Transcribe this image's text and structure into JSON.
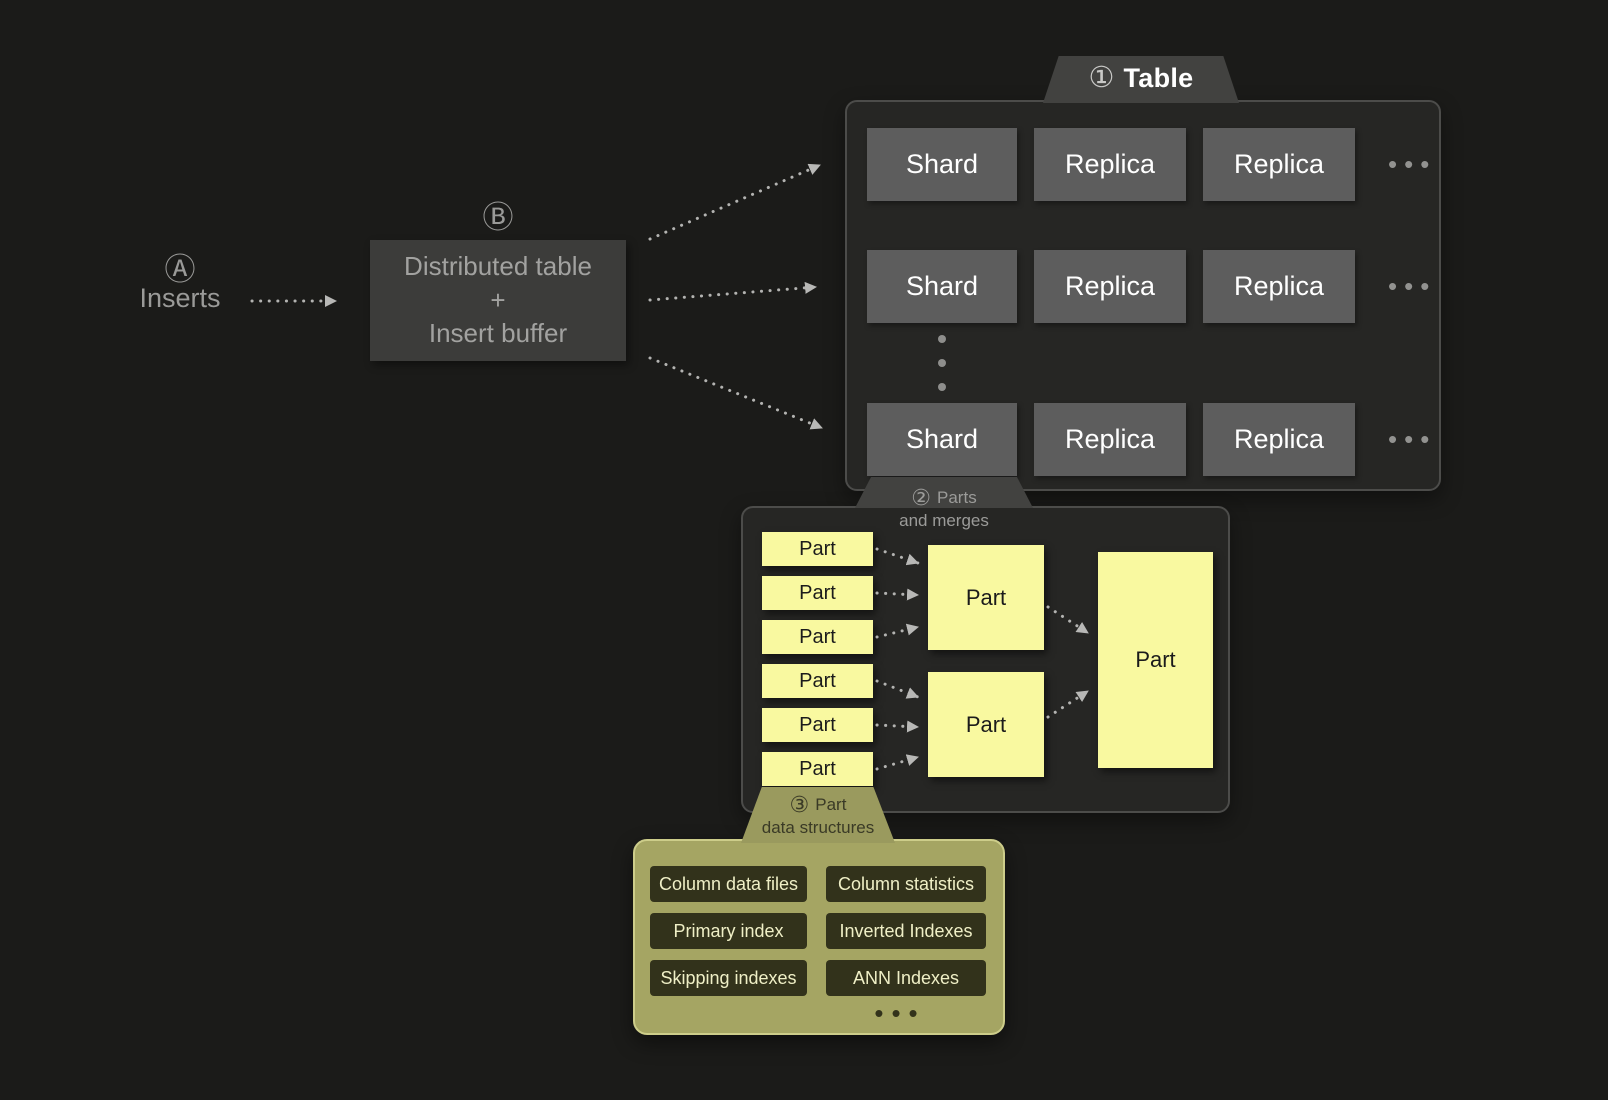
{
  "colors": {
    "background": "#1b1b19",
    "panel_fill": "#262624",
    "panel_border": "#4c4c4a",
    "cell_fill": "#5d5d5d",
    "accent_yellow": "#f9f9a0",
    "olive_panel": "#a5a563",
    "olive_box": "#32321b",
    "arrow": "#b3b3b1"
  },
  "inserts": {
    "badge": "Ⓐ",
    "label": "Inserts"
  },
  "distributed": {
    "badge": "Ⓑ",
    "lines": [
      "Distributed table",
      "+",
      "Insert buffer"
    ]
  },
  "table_panel": {
    "badge": "①",
    "title": "Table",
    "ellipsis": "•••",
    "rows": [
      {
        "cells": [
          "Shard",
          "Replica",
          "Replica"
        ]
      },
      {
        "cells": [
          "Shard",
          "Replica",
          "Replica"
        ]
      },
      {
        "cells": [
          "Shard",
          "Replica",
          "Replica"
        ]
      }
    ]
  },
  "parts_panel": {
    "badge": "②",
    "title_line1": "Parts",
    "title_line2": "and merges",
    "source_parts": [
      "Part",
      "Part",
      "Part",
      "Part",
      "Part",
      "Part"
    ],
    "merged_parts": [
      "Part",
      "Part"
    ],
    "final_part": "Part"
  },
  "structures_panel": {
    "badge": "③",
    "title_line1": "Part",
    "title_line2": "data structures",
    "items": [
      "Column data files",
      "Column statistics",
      "Primary index",
      "Inverted Indexes",
      "Skipping indexes",
      "ANN Indexes"
    ],
    "ellipsis": "•••"
  }
}
